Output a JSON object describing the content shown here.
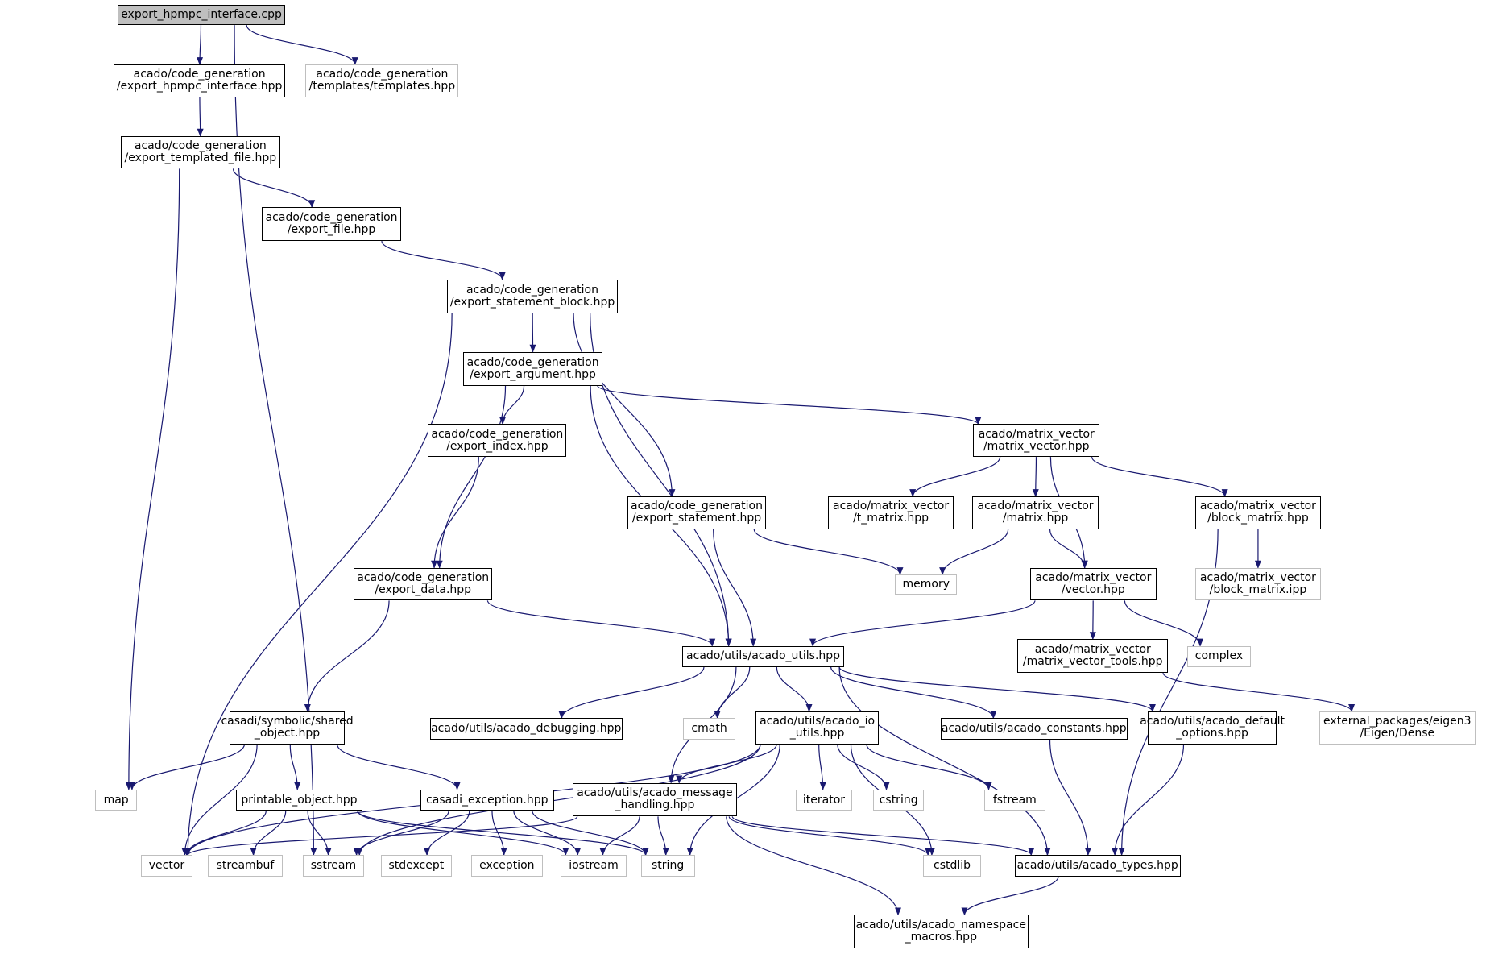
{
  "style": {
    "edge_color": "#191970",
    "node_border": "#000000",
    "external_border": "#bfbfbf",
    "root_fill": "#bfbfbf"
  },
  "nodes": [
    {
      "id": "root",
      "lines": [
        "export_hpmpc_interface.cpp"
      ],
      "kind": "root"
    },
    {
      "id": "ehi",
      "lines": [
        "acado/code_generation",
        "/export_hpmpc_interface.hpp"
      ],
      "kind": "internal"
    },
    {
      "id": "tpl",
      "lines": [
        "acado/code_generation",
        "/templates/templates.hpp"
      ],
      "kind": "external"
    },
    {
      "id": "etf",
      "lines": [
        "acado/code_generation",
        "/export_templated_file.hpp"
      ],
      "kind": "internal"
    },
    {
      "id": "ef",
      "lines": [
        "acado/code_generation",
        "/export_file.hpp"
      ],
      "kind": "internal"
    },
    {
      "id": "esb",
      "lines": [
        "acado/code_generation",
        "/export_statement_block.hpp"
      ],
      "kind": "internal"
    },
    {
      "id": "ea",
      "lines": [
        "acado/code_generation",
        "/export_argument.hpp"
      ],
      "kind": "internal"
    },
    {
      "id": "eidx",
      "lines": [
        "acado/code_generation",
        "/export_index.hpp"
      ],
      "kind": "internal"
    },
    {
      "id": "es",
      "lines": [
        "acado/code_generation",
        "/export_statement.hpp"
      ],
      "kind": "internal"
    },
    {
      "id": "mv",
      "lines": [
        "acado/matrix_vector",
        "/matrix_vector.hpp"
      ],
      "kind": "internal"
    },
    {
      "id": "tm",
      "lines": [
        "acado/matrix_vector",
        "/t_matrix.hpp"
      ],
      "kind": "internal"
    },
    {
      "id": "mat",
      "lines": [
        "acado/matrix_vector",
        "/matrix.hpp"
      ],
      "kind": "internal"
    },
    {
      "id": "bm",
      "lines": [
        "acado/matrix_vector",
        "/block_matrix.hpp"
      ],
      "kind": "internal"
    },
    {
      "id": "bmipp",
      "lines": [
        "acado/matrix_vector",
        "/block_matrix.ipp"
      ],
      "kind": "external"
    },
    {
      "id": "ed",
      "lines": [
        "acado/code_generation",
        "/export_data.hpp"
      ],
      "kind": "internal"
    },
    {
      "id": "memory",
      "lines": [
        "memory"
      ],
      "kind": "external"
    },
    {
      "id": "vec",
      "lines": [
        "acado/matrix_vector",
        "/vector.hpp"
      ],
      "kind": "internal"
    },
    {
      "id": "au",
      "lines": [
        "acado/utils/acado_utils.hpp"
      ],
      "kind": "internal"
    },
    {
      "id": "mvt",
      "lines": [
        "acado/matrix_vector",
        "/matrix_vector_tools.hpp"
      ],
      "kind": "internal"
    },
    {
      "id": "complex",
      "lines": [
        "complex"
      ],
      "kind": "external"
    },
    {
      "id": "so",
      "lines": [
        "casadi/symbolic/shared",
        "_object.hpp"
      ],
      "kind": "internal"
    },
    {
      "id": "adbg",
      "lines": [
        "acado/utils/acado_debugging.hpp"
      ],
      "kind": "internal"
    },
    {
      "id": "cmath",
      "lines": [
        "cmath"
      ],
      "kind": "external"
    },
    {
      "id": "aio",
      "lines": [
        "acado/utils/acado_io",
        "_utils.hpp"
      ],
      "kind": "internal"
    },
    {
      "id": "acst",
      "lines": [
        "acado/utils/acado_constants.hpp"
      ],
      "kind": "internal"
    },
    {
      "id": "adef",
      "lines": [
        "acado/utils/acado_default",
        "_options.hpp"
      ],
      "kind": "internal"
    },
    {
      "id": "eigen",
      "lines": [
        "external_packages/eigen3",
        "/Eigen/Dense"
      ],
      "kind": "external"
    },
    {
      "id": "map",
      "lines": [
        "map"
      ],
      "kind": "external"
    },
    {
      "id": "po",
      "lines": [
        "printable_object.hpp"
      ],
      "kind": "internal"
    },
    {
      "id": "cex",
      "lines": [
        "casadi_exception.hpp"
      ],
      "kind": "internal"
    },
    {
      "id": "amh",
      "lines": [
        "acado/utils/acado_message",
        "_handling.hpp"
      ],
      "kind": "internal"
    },
    {
      "id": "iterator",
      "lines": [
        "iterator"
      ],
      "kind": "external"
    },
    {
      "id": "cstring",
      "lines": [
        "cstring"
      ],
      "kind": "external"
    },
    {
      "id": "fstream",
      "lines": [
        "fstream"
      ],
      "kind": "external"
    },
    {
      "id": "vector",
      "lines": [
        "vector"
      ],
      "kind": "external"
    },
    {
      "id": "streambuf",
      "lines": [
        "streambuf"
      ],
      "kind": "external"
    },
    {
      "id": "sstream",
      "lines": [
        "sstream"
      ],
      "kind": "external"
    },
    {
      "id": "stdexcept",
      "lines": [
        "stdexcept"
      ],
      "kind": "external"
    },
    {
      "id": "exception",
      "lines": [
        "exception"
      ],
      "kind": "external"
    },
    {
      "id": "iostream",
      "lines": [
        "iostream"
      ],
      "kind": "external"
    },
    {
      "id": "string",
      "lines": [
        "string"
      ],
      "kind": "external"
    },
    {
      "id": "cstdlib",
      "lines": [
        "cstdlib"
      ],
      "kind": "external"
    },
    {
      "id": "at",
      "lines": [
        "acado/utils/acado_types.hpp"
      ],
      "kind": "internal"
    },
    {
      "id": "anm",
      "lines": [
        "acado/utils/acado_namespace",
        "_macros.hpp"
      ],
      "kind": "internal"
    }
  ],
  "edges": [
    [
      "root",
      "ehi"
    ],
    [
      "root",
      "tpl"
    ],
    [
      "root",
      "sstream"
    ],
    [
      "ehi",
      "etf"
    ],
    [
      "etf",
      "ef"
    ],
    [
      "etf",
      "map"
    ],
    [
      "ef",
      "esb"
    ],
    [
      "esb",
      "ea"
    ],
    [
      "esb",
      "es"
    ],
    [
      "esb",
      "au"
    ],
    [
      "esb",
      "vector"
    ],
    [
      "ea",
      "eidx"
    ],
    [
      "ea",
      "ed"
    ],
    [
      "ea",
      "au"
    ],
    [
      "ea",
      "mv"
    ],
    [
      "eidx",
      "ed"
    ],
    [
      "es",
      "au"
    ],
    [
      "es",
      "memory"
    ],
    [
      "mv",
      "tm"
    ],
    [
      "mv",
      "mat"
    ],
    [
      "mv",
      "vec"
    ],
    [
      "mv",
      "bm"
    ],
    [
      "mat",
      "memory"
    ],
    [
      "mat",
      "vec"
    ],
    [
      "bm",
      "bmipp"
    ],
    [
      "bm",
      "at"
    ],
    [
      "ed",
      "au"
    ],
    [
      "ed",
      "so"
    ],
    [
      "vec",
      "au"
    ],
    [
      "vec",
      "mvt"
    ],
    [
      "vec",
      "complex"
    ],
    [
      "mvt",
      "eigen"
    ],
    [
      "au",
      "adbg"
    ],
    [
      "au",
      "cmath"
    ],
    [
      "au",
      "aio"
    ],
    [
      "au",
      "acst"
    ],
    [
      "au",
      "adef"
    ],
    [
      "au",
      "amh"
    ],
    [
      "au",
      "at"
    ],
    [
      "so",
      "map"
    ],
    [
      "so",
      "vector"
    ],
    [
      "so",
      "po"
    ],
    [
      "so",
      "cex"
    ],
    [
      "po",
      "vector"
    ],
    [
      "po",
      "streambuf"
    ],
    [
      "po",
      "sstream"
    ],
    [
      "po",
      "iostream"
    ],
    [
      "po",
      "string"
    ],
    [
      "cex",
      "sstream"
    ],
    [
      "cex",
      "stdexcept"
    ],
    [
      "cex",
      "exception"
    ],
    [
      "cex",
      "iostream"
    ],
    [
      "cex",
      "string"
    ],
    [
      "aio",
      "vector"
    ],
    [
      "aio",
      "sstream"
    ],
    [
      "aio",
      "amh"
    ],
    [
      "aio",
      "iterator"
    ],
    [
      "aio",
      "cstring"
    ],
    [
      "aio",
      "fstream"
    ],
    [
      "aio",
      "string"
    ],
    [
      "aio",
      "cstdlib"
    ],
    [
      "amh",
      "vector"
    ],
    [
      "amh",
      "iostream"
    ],
    [
      "amh",
      "string"
    ],
    [
      "amh",
      "cstdlib"
    ],
    [
      "amh",
      "at"
    ],
    [
      "amh",
      "anm"
    ],
    [
      "acst",
      "at"
    ],
    [
      "adef",
      "at"
    ],
    [
      "at",
      "anm"
    ]
  ]
}
